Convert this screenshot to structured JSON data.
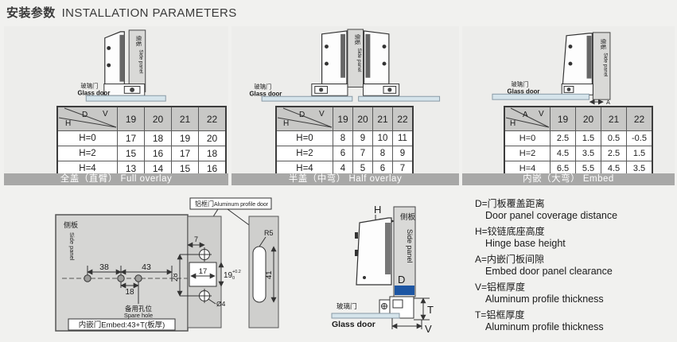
{
  "title": {
    "zh": "安装参数",
    "en": "INSTALLATION PARAMETERS"
  },
  "colors": {
    "accent_blue": "#1d56a3",
    "glass_blue": "#d5e4eb",
    "caption_gray": "#a8a8a7",
    "panel_gray": "#d9d9d7"
  },
  "panels": [
    {
      "caption": "全盖（直臂） Full overlay",
      "diagram": {
        "side_panel_zh": "侧板",
        "side_panel_en": "Side panel",
        "glass_door_zh": "玻璃门",
        "glass_door_en": "Glass door"
      },
      "table": {
        "corner": {
          "d": "D",
          "v": "V",
          "h": "H"
        },
        "columns": [
          "19",
          "20",
          "21",
          "22"
        ],
        "rows": [
          {
            "label": "H=0",
            "values": [
              "17",
              "18",
              "19",
              "20"
            ]
          },
          {
            "label": "H=2",
            "values": [
              "15",
              "16",
              "17",
              "18"
            ]
          },
          {
            "label": "H=4",
            "values": [
              "13",
              "14",
              "15",
              "16"
            ]
          }
        ]
      }
    },
    {
      "caption": "半盖（中弯） Half overlay",
      "diagram": {
        "side_panel_zh": "侧板",
        "side_panel_en": "Side panel",
        "glass_door_zh": "玻璃门",
        "glass_door_en": "Glass door"
      },
      "table": {
        "corner": {
          "d": "D",
          "v": "V",
          "h": "H"
        },
        "columns": [
          "19",
          "20",
          "21",
          "22"
        ],
        "rows": [
          {
            "label": "H=0",
            "values": [
              "8",
              "9",
              "10",
              "11"
            ]
          },
          {
            "label": "H=2",
            "values": [
              "6",
              "7",
              "8",
              "9"
            ]
          },
          {
            "label": "H=4",
            "values": [
              "4",
              "5",
              "6",
              "7"
            ]
          }
        ]
      }
    },
    {
      "caption": "内嵌（大弯） Embed",
      "diagram": {
        "side_panel_zh": "侧板",
        "side_panel_en": "Side panel",
        "glass_door_zh": "玻璃门",
        "glass_door_en": "Glass door",
        "dim_a": "A"
      },
      "table": {
        "corner": {
          "d": "A",
          "v": "V",
          "h": "H"
        },
        "columns": [
          "19",
          "20",
          "21",
          "22"
        ],
        "rows": [
          {
            "label": "H=0",
            "values": [
              "2.5",
              "1.5",
              "0.5",
              "-0.5"
            ]
          },
          {
            "label": "H=2",
            "values": [
              "4.5",
              "3.5",
              "2.5",
              "1.5"
            ]
          },
          {
            "label": "H=4",
            "values": [
              "6.5",
              "5.5",
              "4.5",
              "3.5"
            ]
          }
        ]
      }
    }
  ],
  "bottom": {
    "side_drawing": {
      "side_panel_zh": "侧板",
      "side_panel_en": "Side panel",
      "dim_38": "38",
      "dim_43": "43",
      "dim_18": "18",
      "spare_hole_zh": "备用孔位",
      "spare_hole_en": "Spare hole",
      "embed_note": "内嵌门Embed:43+T(板厚)"
    },
    "profile_drawing": {
      "label_zh": "铝框门",
      "label_en": "Aluminum profile door",
      "dim_7": "7",
      "dim_17": "17",
      "dim_19": "19",
      "tol_plus": "+0.2",
      "tol_minus": "0",
      "dim_28": "28",
      "dim_d4": "Ø4",
      "dim_r5": "R5",
      "dim_41": "41"
    },
    "section_drawing": {
      "dim_h": "H",
      "dim_d": "D",
      "dim_t": "T",
      "dim_v": "V",
      "side_panel_zh": "侧板",
      "side_panel_en": "Side panel",
      "glass_door_zh": "玻璃门",
      "glass_door_en": "Glass door"
    },
    "definitions": [
      {
        "zh": "D=门板覆盖距离",
        "en": "Door panel coverage distance"
      },
      {
        "zh": "H=铰链底座高度",
        "en": "Hinge base height"
      },
      {
        "zh": "A=内嵌门板间隙",
        "en": "Embed door panel clearance"
      },
      {
        "zh": "V=铝框厚度",
        "en": "Aluminum profile thickness"
      },
      {
        "zh": "T=铝框厚度",
        "en": "Aluminum profile  thickness"
      }
    ]
  }
}
